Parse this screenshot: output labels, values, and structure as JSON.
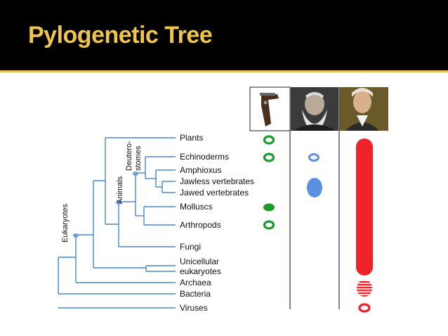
{
  "slide": {
    "title": "Pylogenetic Tree"
  },
  "diagram": {
    "clade_labels": {
      "eukaryotes": "Eukaryotes",
      "animals": "Animals",
      "deutero": "Deutero-",
      "stomes": "stomes"
    },
    "leaves": {
      "plants": "Plants",
      "echinoderms": "Echinoderms",
      "amphioxus": "Amphioxus",
      "jawless": "Jawless vertebrates",
      "jawed": "Jawed vertebrates",
      "molluscs": "Molluscs",
      "arthropods": "Arthropods",
      "fungi": "Fungi",
      "unicellular_1": "Unicellular",
      "unicellular_2": "eukaryotes",
      "archaea": "Archaea",
      "bacteria": "Bacteria",
      "viruses": "Viruses"
    },
    "colors": {
      "tree": "#4a86c8",
      "green": "#1a9b2a",
      "blue": "#5b8fe0",
      "red": "#ee2228",
      "title": "#f0c64a",
      "header": "#000000"
    },
    "images": [
      "flintlock-pistol-image",
      "charles-darwin-portrait",
      "jean-baptiste-lamarck-portrait"
    ]
  }
}
